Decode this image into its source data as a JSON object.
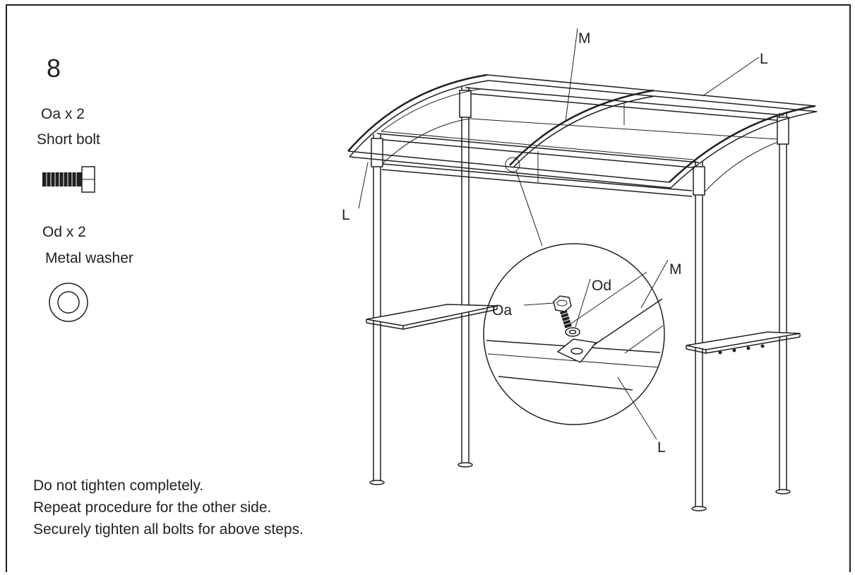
{
  "step": {
    "number": "8"
  },
  "parts": [
    {
      "qty_label": "Oa x 2",
      "name": "Short bolt",
      "icon": "bolt-icon"
    },
    {
      "qty_label": "Od x 2",
      "name": "Metal washer",
      "icon": "washer-icon"
    }
  ],
  "callouts": {
    "canopy_left": "L",
    "canopy_right": "L",
    "center_rail": "M",
    "detail_rail": "M",
    "detail_beam": "L",
    "detail_bolt": "Oa",
    "detail_washer": "Od"
  },
  "notes": [
    "Do not tighten completely.",
    "Repeat procedure for the other side.",
    "Securely tighten all bolts for above steps."
  ]
}
